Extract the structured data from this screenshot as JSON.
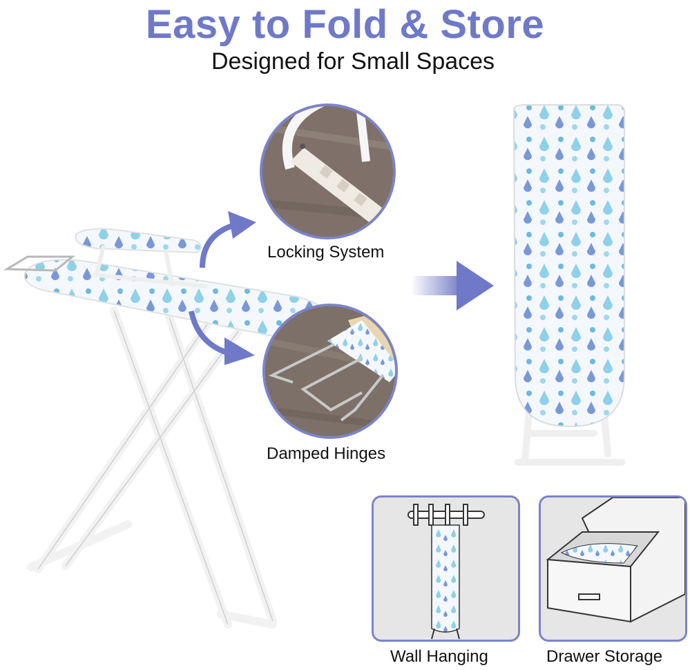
{
  "header": {
    "title": "Easy to Fold & Store",
    "subtitle": "Designed for Small Spaces"
  },
  "features": {
    "locking_label": "Locking System",
    "hinges_label": "Damped Hinges"
  },
  "storage": {
    "wall_label": "Wall Hanging",
    "drawer_label": "Drawer Storage"
  },
  "colors": {
    "accent": "#6f79c8",
    "frame": "#7c83c7",
    "pattern_light": "#8ed1e8",
    "pattern_dark": "#5b7fd0"
  }
}
